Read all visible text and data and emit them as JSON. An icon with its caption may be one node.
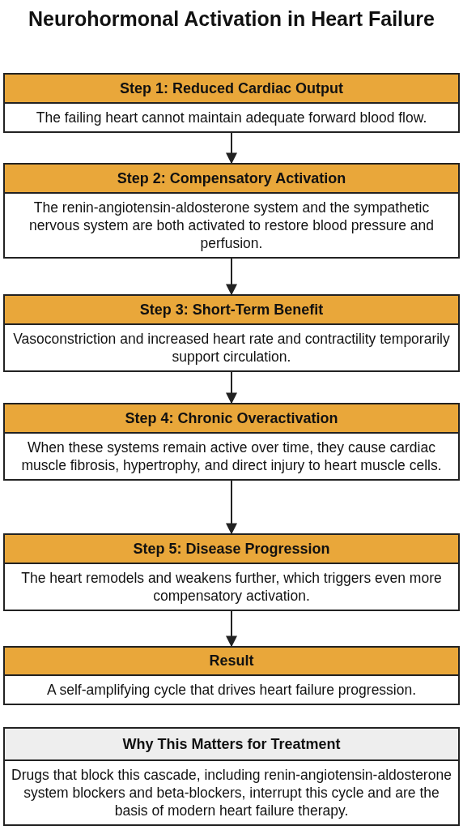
{
  "diagram": {
    "title": "Neurohormonal Activation in Heart Failure",
    "nodes": [
      {
        "text": [
          "Step 1: Reduced Cardiac Output",
          "The failing heart cannot maintain adequate forward blood flow."
        ]
      },
      {
        "text": [
          "Step 2: Compensatory Activation",
          "The renin-angiotensin-aldosterone system and the sympathetic nervous system are both activated to restore blood pressure and perfusion."
        ]
      },
      {
        "text": [
          "Step 3: Short-Term Benefit",
          "Vasoconstriction and increased heart rate and contractility temporarily support circulation."
        ]
      },
      {
        "text": [
          "Step 4: Chronic Overactivation",
          "When these systems remain active over time, they cause cardiac muscle fibrosis, hypertrophy, and direct injury to heart muscle cells."
        ]
      },
      {
        "text": [
          "Step 5: Disease Progression",
          "The heart remodels and weakens further, which triggers even more compensatory activation."
        ]
      },
      {
        "text": [
          "Result",
          "A self-amplifying cycle that drives heart failure progression."
        ]
      },
      {
        "text": [
          "Why This Matters for Treatment",
          "Drugs that block this cascade, including renin-angiotensin-aldosterone system blockers and beta-blockers, interrupt this cycle and are the basis of modern heart failure therapy."
        ]
      }
    ],
    "edges": [
      {
        "from": 0,
        "to": 1,
        "arrow": "to"
      },
      {
        "from": 1,
        "to": 2,
        "arrow": "to"
      },
      {
        "from": 2,
        "to": 3,
        "arrow": "to"
      },
      {
        "from": 3,
        "to": 4,
        "arrow": "to"
      },
      {
        "from": 4,
        "to": 5,
        "arrow": "to"
      }
    ]
  }
}
